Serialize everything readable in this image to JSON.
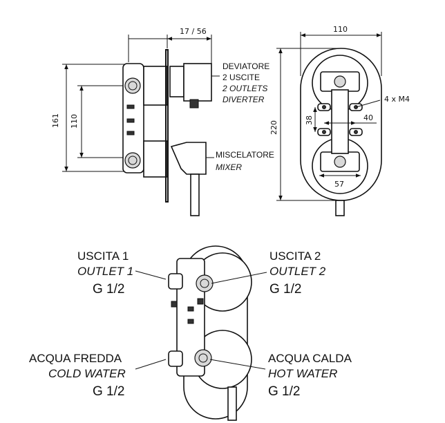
{
  "dimensions": {
    "depth": "17 / 56",
    "width": "110",
    "height_total": "161",
    "height_ports": "110",
    "height_plate": "220",
    "mount": "4 x M4",
    "hole_v": "38",
    "hole_h": "40",
    "bottom": "57"
  },
  "labels": {
    "diverter_it_1": "DEVIATORE",
    "diverter_it_2": "2 USCITE",
    "diverter_en_1": "2 OUTLETS",
    "diverter_en_2": "DIVERTER",
    "mixer_it": "MISCELATORE",
    "mixer_en": "MIXER"
  },
  "connections": {
    "outlet1_it": "USCITA 1",
    "outlet1_en": "OUTLET 1",
    "outlet1_size": "G 1/2",
    "outlet2_it": "USCITA 2",
    "outlet2_en": "OUTLET 2",
    "outlet2_size": "G 1/2",
    "cold_it": "ACQUA FREDDA",
    "cold_en": "COLD WATER",
    "cold_size": "G 1/2",
    "hot_it": "ACQUA CALDA",
    "hot_en": "HOT WATER",
    "hot_size": "G 1/2"
  }
}
